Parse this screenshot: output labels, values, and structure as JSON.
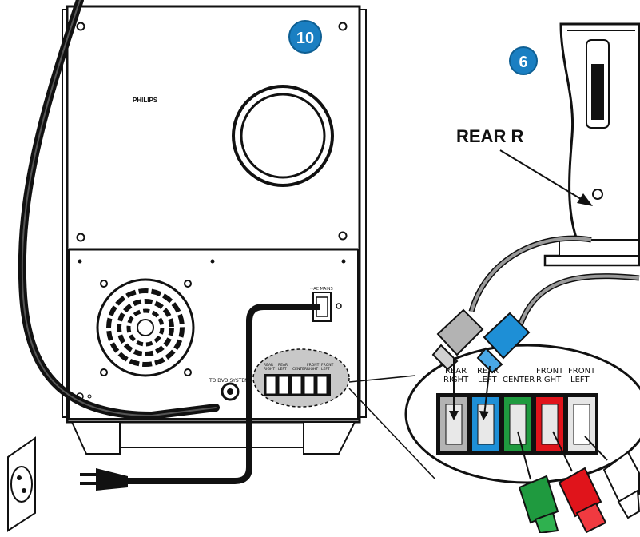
{
  "badges": {
    "subwoofer": "10",
    "speaker": "6"
  },
  "brand": "PHILIPS",
  "labels": {
    "rear_r": "REAR R",
    "ac_mains": "~AC MAINS",
    "to_dvd_system": "TO DVD SYSTEM"
  },
  "panel_labels": {
    "rear_right_1": "REAR",
    "rear_right_2": "RIGHT",
    "rear_left_1": "REAR",
    "rear_left_2": "LEFT",
    "center": "CENTER",
    "front_right_1": "FRONT",
    "front_right_2": "RIGHT",
    "front_left_1": "FRONT",
    "front_left_2": "LEFT"
  },
  "zoom_labels": {
    "rear_right_1": "REAR",
    "rear_right_2": "RIGHT",
    "rear_left_1": "REAR",
    "rear_left_2": "LEFT",
    "center": "CENTER",
    "front_right_1": "FRONT",
    "front_right_2": "RIGHT",
    "front_left_1": "FRONT",
    "front_left_2": "LEFT"
  },
  "colors": {
    "badge": "#1a7fc2",
    "rear_right": "#b3b3b3",
    "rear_left": "#1e8fd6",
    "center": "#1f9a3f",
    "front_right": "#e0141b",
    "front_left": "#ffffff",
    "cable": "#1a1a1a",
    "speaker_wire": "#9a9a9a"
  },
  "icons": [
    "power-outlet-icon",
    "power-plug-icon",
    "fan-grille-icon",
    "speaker-port-icon",
    "arrow-icon"
  ]
}
